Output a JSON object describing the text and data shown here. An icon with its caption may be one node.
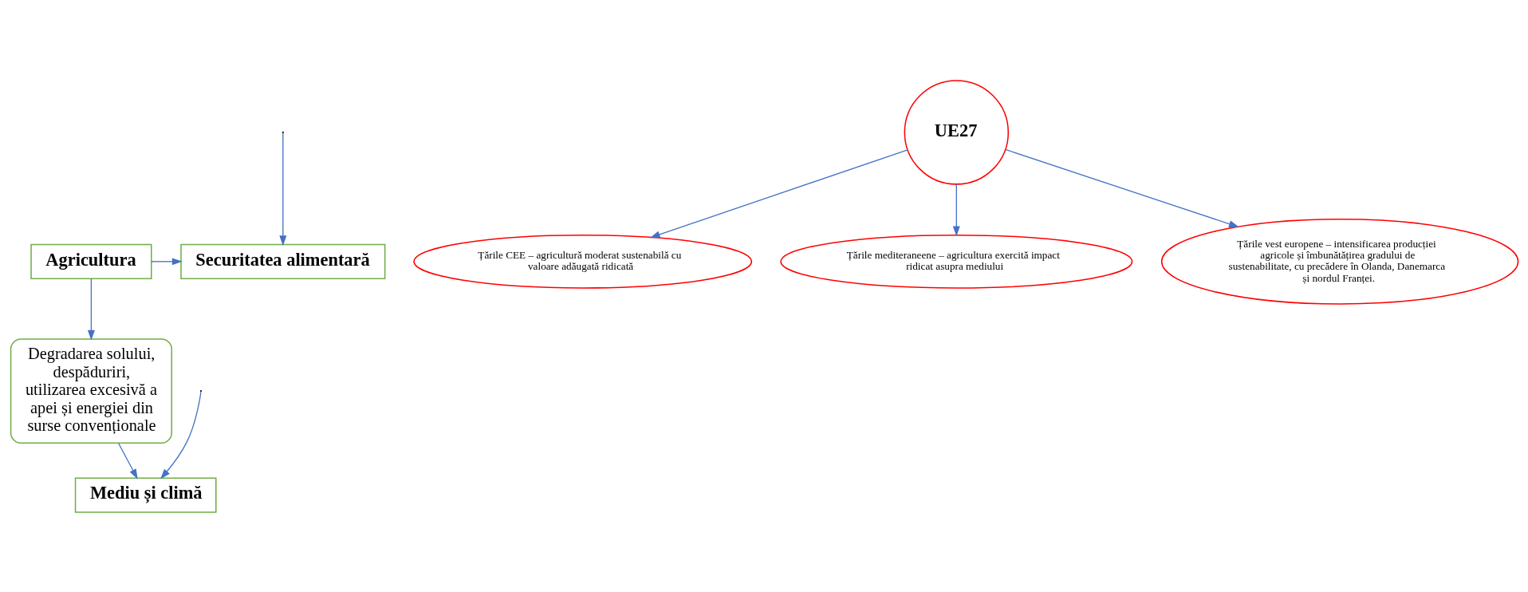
{
  "diagram": {
    "nodes": [
      {
        "text": [
          "Agricultura"
        ]
      },
      {
        "text": [
          "Securitatea alimentară"
        ]
      },
      {
        "text": [
          "Degradarea solului, despăduriri, utilizarea excesivă a apei și energiei din surse convenționale"
        ]
      },
      {
        "text": [
          "Mediu și climă"
        ]
      },
      {
        "text": [
          "UE27"
        ]
      },
      {
        "text": [
          "Țările CEE – agricultură moderat sustenabilă cu valoare adăugată ridicată"
        ]
      },
      {
        "text": [
          "Țările mediteraneene – agricultura exercită impact ridicat asupra mediului"
        ]
      },
      {
        "text": [
          "Țările vest europene – intensificarea producției agricole și îmbunătățirea gradului de sustenabilitate, cu precădere în Olanda, Danemarca și nordul Franței."
        ]
      }
    ],
    "edges": [
      {
        "from": 0,
        "to": 1,
        "arrow": "to"
      },
      {
        "from": 0,
        "to": 2,
        "arrow": "to"
      },
      {
        "from": 2,
        "to": 3,
        "arrow": "to"
      },
      {
        "from": null,
        "to": 1,
        "arrow": "to"
      },
      {
        "from": null,
        "to": 3,
        "arrow": "to"
      },
      {
        "from": 4,
        "to": 5,
        "arrow": "to"
      },
      {
        "from": 4,
        "to": 6,
        "arrow": "to"
      },
      {
        "from": 4,
        "to": 7,
        "arrow": "to"
      }
    ]
  }
}
